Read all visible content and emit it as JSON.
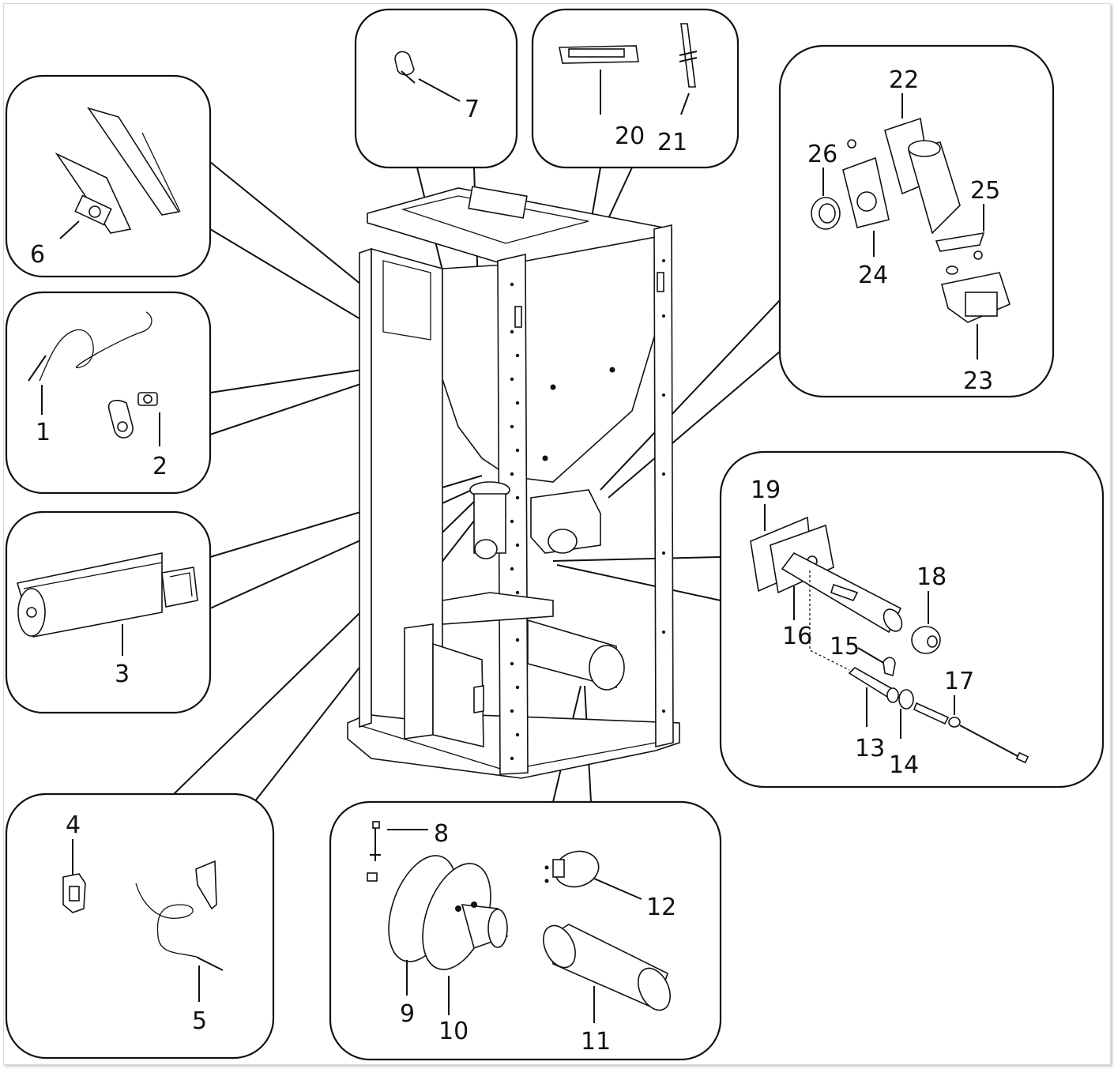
{
  "diagram": {
    "title": "Exploded parts diagram of pellet stove chassis",
    "callout_groups": [
      {
        "id": "group-control-board",
        "parts": [
          "6"
        ]
      },
      {
        "id": "group-sensors",
        "parts": [
          "1",
          "2"
        ]
      },
      {
        "id": "group-fan",
        "parts": [
          "3"
        ]
      },
      {
        "id": "group-switch-probe",
        "parts": [
          "4",
          "5"
        ]
      },
      {
        "id": "group-burner",
        "parts": [
          "8",
          "9",
          "10",
          "11",
          "12"
        ]
      },
      {
        "id": "group-clip",
        "parts": [
          "7"
        ]
      },
      {
        "id": "group-display",
        "parts": [
          "20",
          "21"
        ]
      },
      {
        "id": "group-auger-motor",
        "parts": [
          "22",
          "23",
          "24",
          "25",
          "26"
        ]
      },
      {
        "id": "group-igniter",
        "parts": [
          "13",
          "14",
          "15",
          "16",
          "17",
          "18",
          "19"
        ]
      }
    ],
    "labels": {
      "p1": "1",
      "p2": "2",
      "p3": "3",
      "p4": "4",
      "p5": "5",
      "p6": "6",
      "p7": "7",
      "p8": "8",
      "p9": "9",
      "p10": "10",
      "p11": "11",
      "p12": "12",
      "p13": "13",
      "p14": "14",
      "p15": "15",
      "p16": "16",
      "p17": "17",
      "p18": "18",
      "p19": "19",
      "p20": "20",
      "p21": "21",
      "p22": "22",
      "p23": "23",
      "p24": "24",
      "p25": "25",
      "p26": "26"
    }
  }
}
